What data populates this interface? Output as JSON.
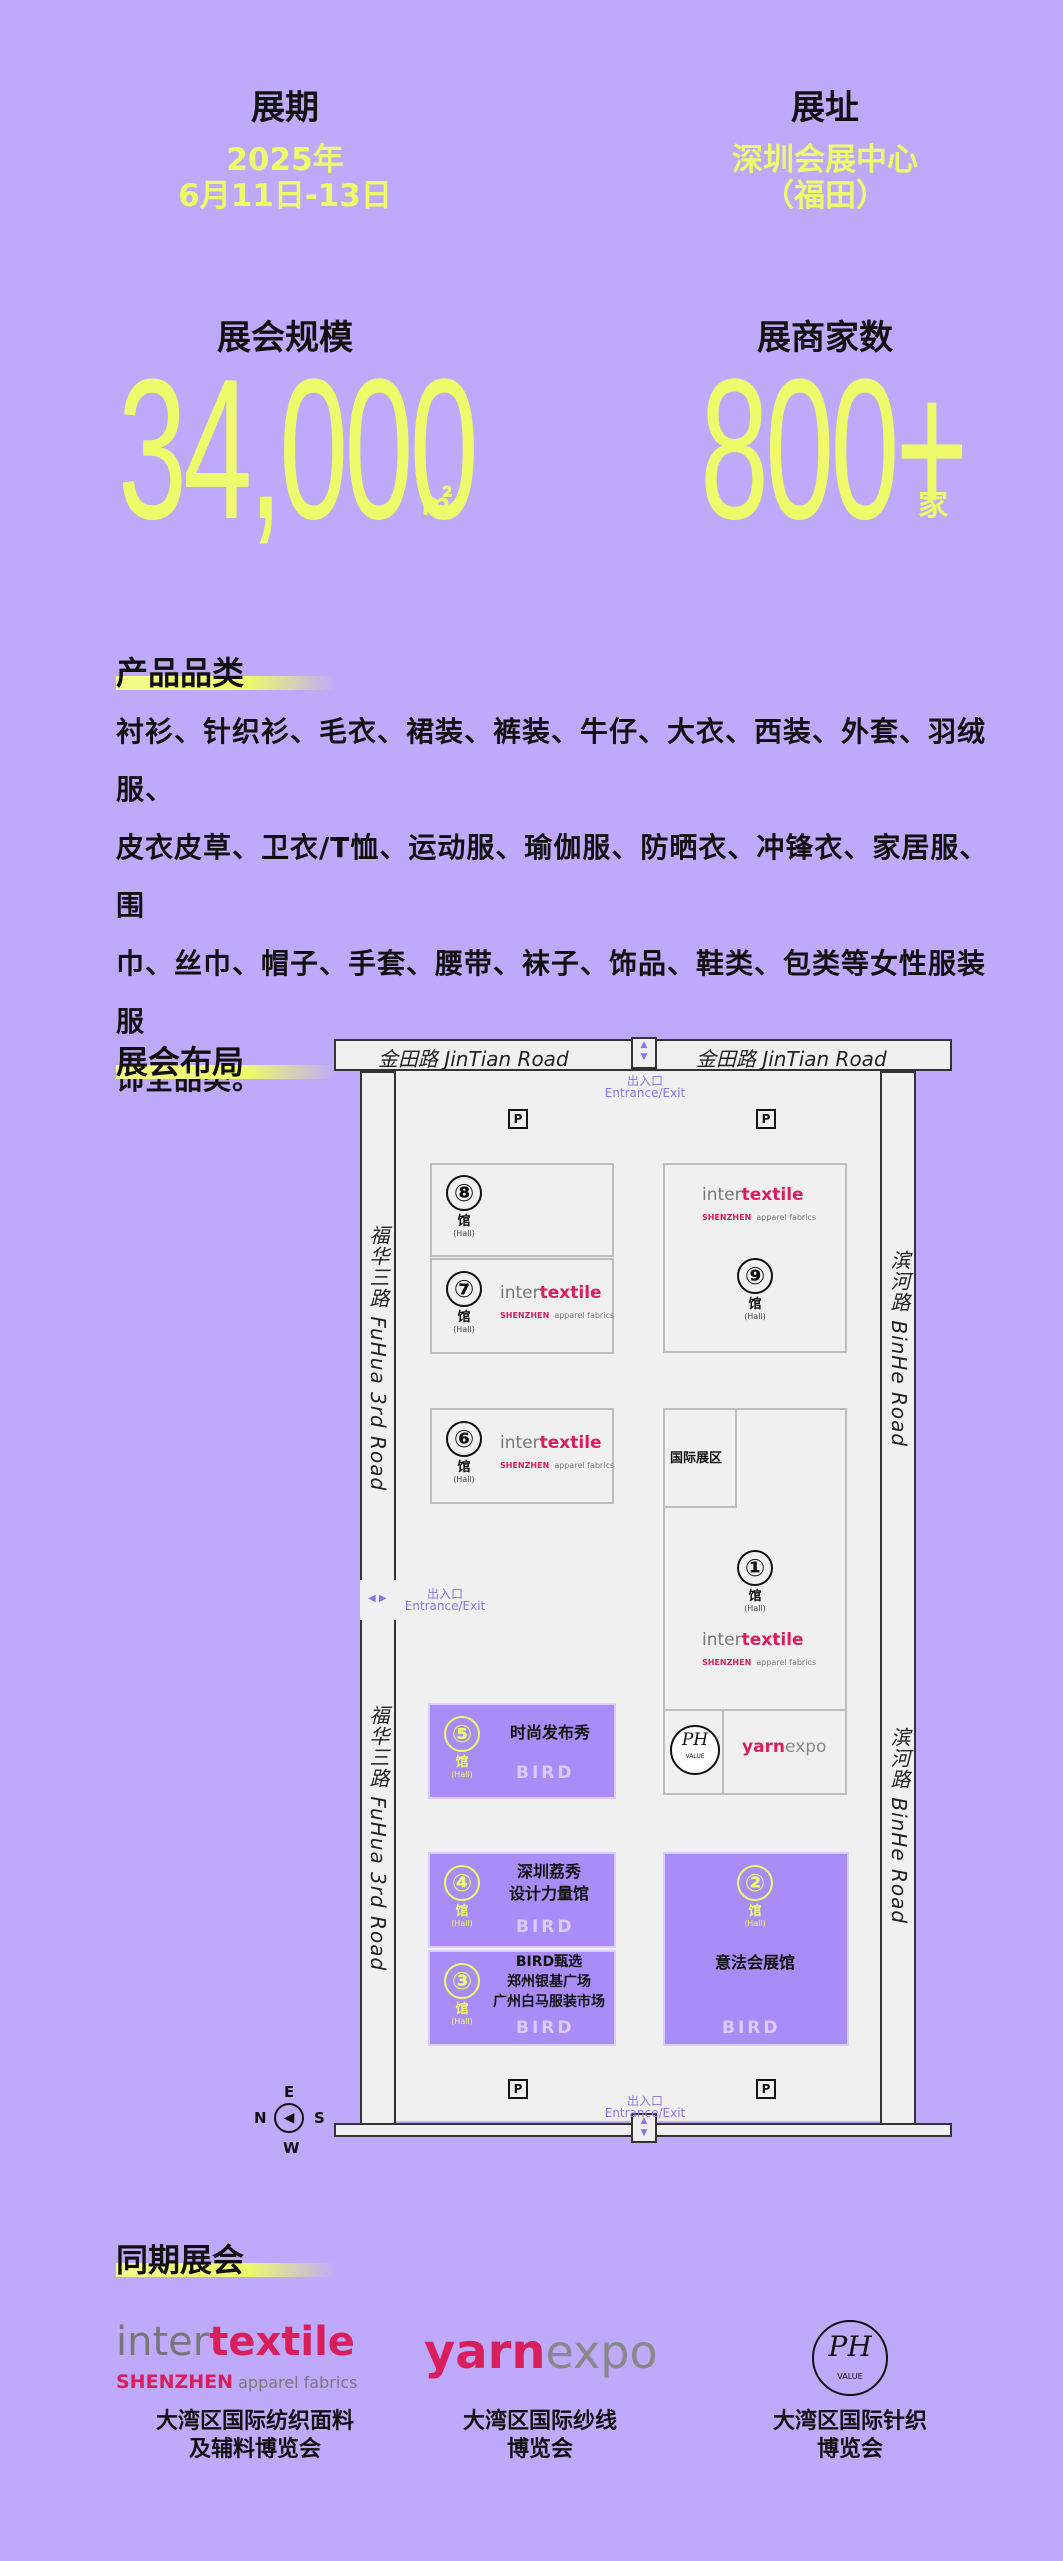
{
  "header": {
    "period_label": "展期",
    "period_year": "2025年",
    "period_dates": "6月11日-13日",
    "venue_label": "展址",
    "venue_name": "深圳会展中心",
    "venue_sub": "（福田）"
  },
  "stats": {
    "scale_label": "展会规模",
    "scale_value": "34,000",
    "scale_unit": "㎡",
    "exhibitors_label": "展商家数",
    "exhibitors_value": "800+",
    "exhibitors_unit": "家"
  },
  "products": {
    "title": "产品品类",
    "lines": [
      "衬衫、针织衫、毛衣、裙装、裤装、牛仔、大衣、西装、外套、羽绒服、",
      "皮衣皮草、卫衣/T恤、运动服、瑜伽服、防晒衣、冲锋衣、家居服、围",
      "巾、丝巾、帽子、手套、腰带、袜子、饰品、鞋类、包类等女性服装服",
      "饰全品类。"
    ]
  },
  "layout": {
    "title": "展会布局",
    "road_top_left": "金田路  JinTian Road",
    "road_top_right": "金田路  JinTian Road",
    "road_left": "福华三路  FuHua 3rd Road",
    "road_right": "滨河路  BinHe Road",
    "entrance_cn": "出入口",
    "entrance_en": "Entrance/Exit",
    "parking": "P",
    "guan": "馆",
    "hall_en": "(Hall)",
    "halls": {
      "h8": "⑧",
      "h7": "⑦",
      "h6": "⑥",
      "h9": "⑨",
      "h1": "①",
      "h5": "⑤",
      "h4": "④",
      "h3": "③",
      "h2": "②"
    },
    "intl_zone": "国际展区",
    "h5_name": "时尚发布秀",
    "h4_name_1": "深圳荔秀",
    "h4_name_2": "设计力量馆",
    "h3_name_1": "BIRD甄选",
    "h3_name_2": "郑州银基广场",
    "h3_name_3": "广州白马服装市场",
    "h2_name": "意法会展馆",
    "bird_logo": "BIRD",
    "compass": {
      "e": "E",
      "n": "N",
      "s": "S",
      "w": "W"
    }
  },
  "brand": {
    "inter": "inter",
    "textile": "textile",
    "shenzhen": "SHENZHEN",
    "apparel": "apparel fabrics",
    "yarn": "yarn",
    "expo": "expo",
    "ph_value": "VALUE",
    "ph_mark": "PH"
  },
  "concurrent": {
    "title": "同期展会",
    "items": [
      {
        "line1": "大湾区国际纺织面料",
        "line2": "及辅料博览会"
      },
      {
        "line1": "大湾区国际纱线",
        "line2": "博览会"
      },
      {
        "line1": "大湾区国际针织",
        "line2": "博览会"
      }
    ]
  }
}
